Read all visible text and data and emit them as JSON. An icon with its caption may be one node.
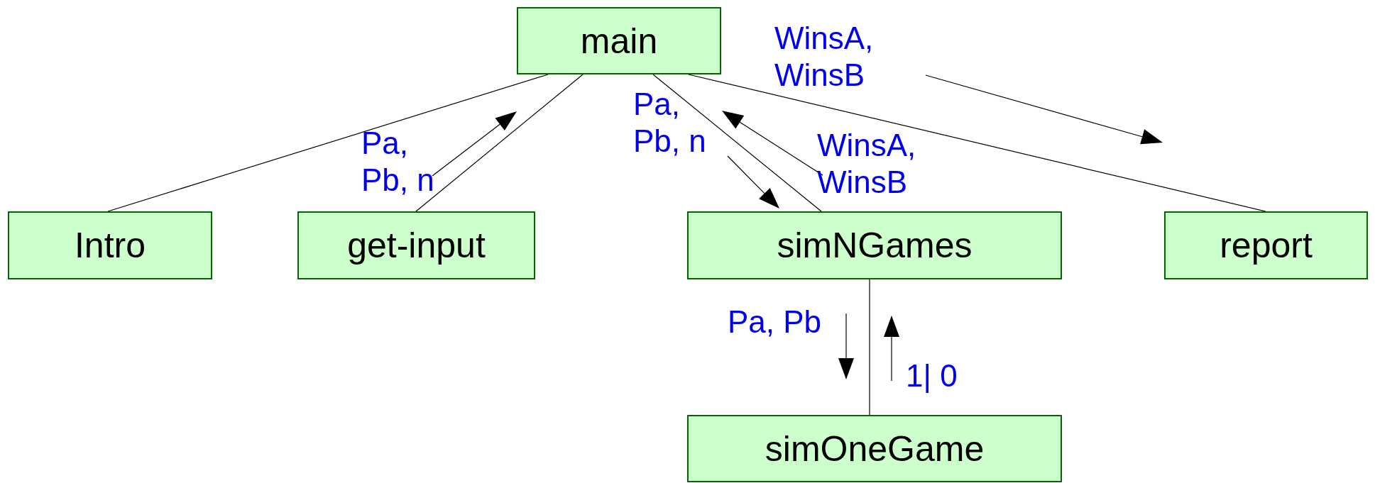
{
  "diagram": {
    "nodes": [
      {
        "text": [
          "main"
        ]
      },
      {
        "text": [
          "Intro"
        ]
      },
      {
        "text": [
          "get-input"
        ]
      },
      {
        "text": [
          "simNGames"
        ]
      },
      {
        "text": [
          "report"
        ]
      },
      {
        "text": [
          "simOneGame"
        ]
      }
    ],
    "edges": [
      {
        "from": 0,
        "to": 1,
        "arrow": "none"
      },
      {
        "from": 0,
        "to": 2,
        "arrow": "none"
      },
      {
        "from": 0,
        "to": 3,
        "arrow": "none"
      },
      {
        "from": 0,
        "to": 4,
        "arrow": "none"
      },
      {
        "from": 3,
        "to": 5,
        "arrow": "none"
      }
    ],
    "labels": [
      "WinsA, WinsB",
      "Pa, Pb, n",
      "Pa, Pb, n",
      "WinsA, WinsB",
      "Pa, Pb",
      "1| 0"
    ]
  }
}
